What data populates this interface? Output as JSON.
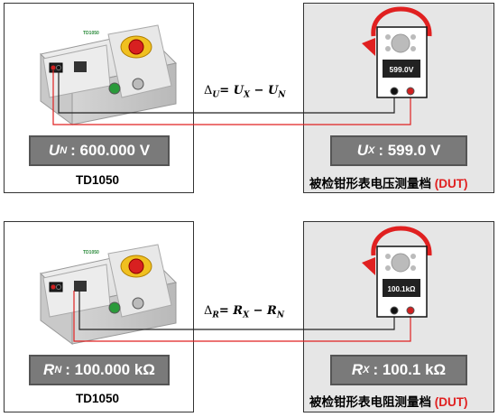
{
  "top": {
    "reference": {
      "symbol": "U",
      "subscript": "N",
      "value": ": 600.000 V",
      "device_label": "TD1050",
      "device_logo_text": "TD1050"
    },
    "formula": {
      "delta": "Δ",
      "delta_sub": "U",
      "expression": "= U",
      "x_sub": "X",
      "minus": " − U",
      "n_sub": "N"
    },
    "dut": {
      "symbol": "U",
      "subscript": "X",
      "value": ": 599.0 V",
      "screen_text": "599.0V",
      "caption": "被检钳形表电压测量档",
      "caption_tag": "(DUT)"
    }
  },
  "bottom": {
    "reference": {
      "symbol": "R",
      "subscript": "N",
      "value": ": 100.000 kΩ",
      "device_label": "TD1050",
      "device_logo_text": "TD1050"
    },
    "formula": {
      "delta": "Δ",
      "delta_sub": "R",
      "expression": "= R",
      "x_sub": "X",
      "minus": " − R",
      "n_sub": "N"
    },
    "dut": {
      "symbol": "R",
      "subscript": "X",
      "value": ": 100.1 kΩ",
      "screen_text": "100.1kΩ",
      "caption": "被检钳形表电阻测量档",
      "caption_tag": "(DUT)"
    }
  },
  "colors": {
    "wire_black": "#222222",
    "wire_red": "#e02020",
    "value_box": "#7a7a7a",
    "dut_panel": "#e6e6e6"
  }
}
